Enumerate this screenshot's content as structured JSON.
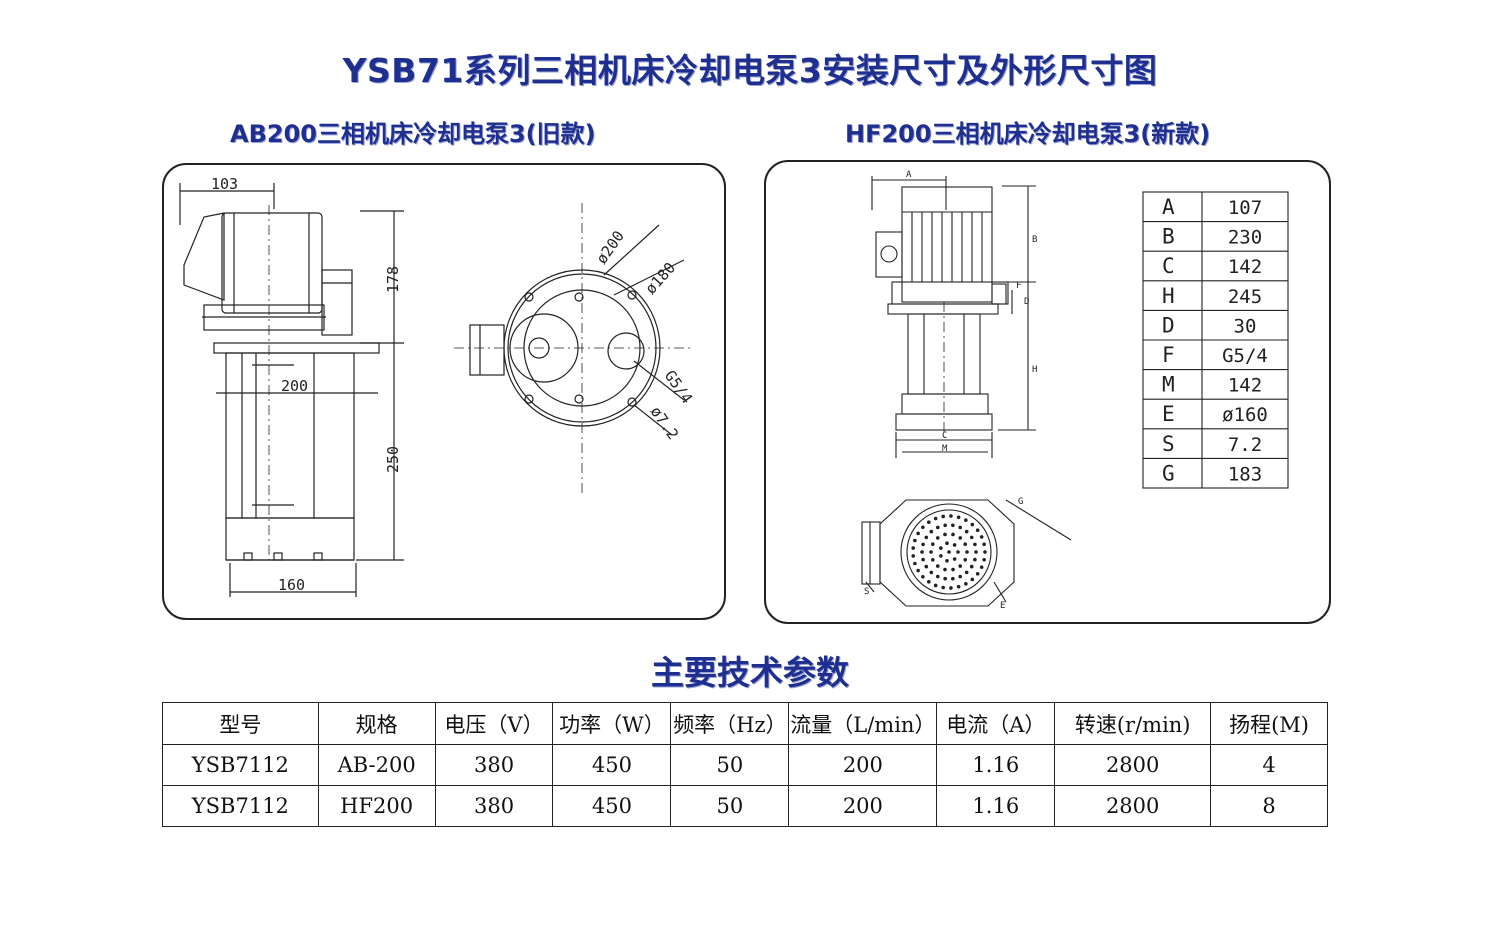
{
  "title": "YSB71系列三相机床冷却电泵3安装尺寸及外形尺寸图",
  "left": {
    "subtitle": "AB200三相机床冷却电泵3(旧款)",
    "dims": {
      "top_width": "103",
      "height_upper": "178",
      "flange": "200",
      "height_lower": "250",
      "base": "160"
    },
    "plan": {
      "d200": "ø200",
      "d180": "ø180",
      "thread": "G5/4",
      "hole": "ø7.2"
    }
  },
  "right": {
    "subtitle": "HF200三相机床冷却电泵3(新款)",
    "labels": {
      "A": "A",
      "B": "B",
      "C": "C",
      "D": "D",
      "F": "F",
      "H": "H",
      "M": "M",
      "E": "E",
      "G": "G",
      "S": "S"
    },
    "dim_table": [
      {
        "key": "A",
        "value": "107"
      },
      {
        "key": "B",
        "value": "230"
      },
      {
        "key": "C",
        "value": "142"
      },
      {
        "key": "H",
        "value": "245"
      },
      {
        "key": "D",
        "value": "30"
      },
      {
        "key": "F",
        "value": "G5/4"
      },
      {
        "key": "M",
        "value": "142"
      },
      {
        "key": "E",
        "value": "ø160"
      },
      {
        "key": "S",
        "value": "7.2"
      },
      {
        "key": "G",
        "value": "183"
      }
    ]
  },
  "params_title": "主要技术参数",
  "spec_table": {
    "headers": [
      "型号",
      "规格",
      "电压（V）",
      "功率（W）",
      "频率（Hz）",
      "流量（L/min）",
      "电流（A）",
      "转速(r/min)",
      "扬程(M)"
    ],
    "rows": [
      [
        "YSB7112",
        "AB-200",
        "380",
        "450",
        "50",
        "200",
        "1.16",
        "2800",
        "4"
      ],
      [
        "YSB7112",
        "HF200",
        "380",
        "450",
        "50",
        "200",
        "1.16",
        "2800",
        "8"
      ]
    ]
  }
}
